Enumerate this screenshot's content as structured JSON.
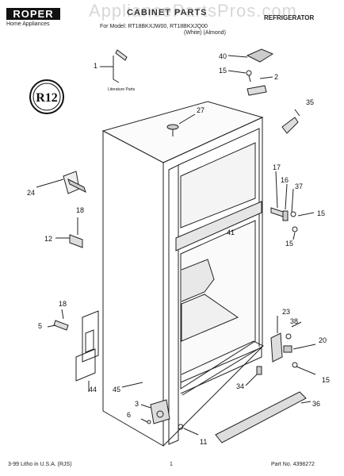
{
  "header": {
    "brand": "ROPER",
    "brand_subtitle": "Home Appliances",
    "title": "CABINET PARTS",
    "subtitle": "REFRIGERATOR",
    "for_model": "For Model: RT18BKXJW00, RT18BKXJQ00",
    "variants": "(White)       (Almond)",
    "watermark": "AppliancePartsPros.com"
  },
  "logo_badge": "R12",
  "literature_label": "Literature Parts",
  "callouts": [
    "1",
    "40",
    "15",
    "2",
    "27",
    "35",
    "24",
    "17",
    "16",
    "37",
    "18",
    "15",
    "12",
    "41",
    "15",
    "18",
    "23",
    "38",
    "5",
    "20",
    "44",
    "45",
    "15",
    "34",
    "36",
    "3",
    "6",
    "11"
  ],
  "footer": {
    "left": "3-99 Litho in U.S.A. (RJS)",
    "center": "1",
    "right": "Part No. 4398272"
  }
}
